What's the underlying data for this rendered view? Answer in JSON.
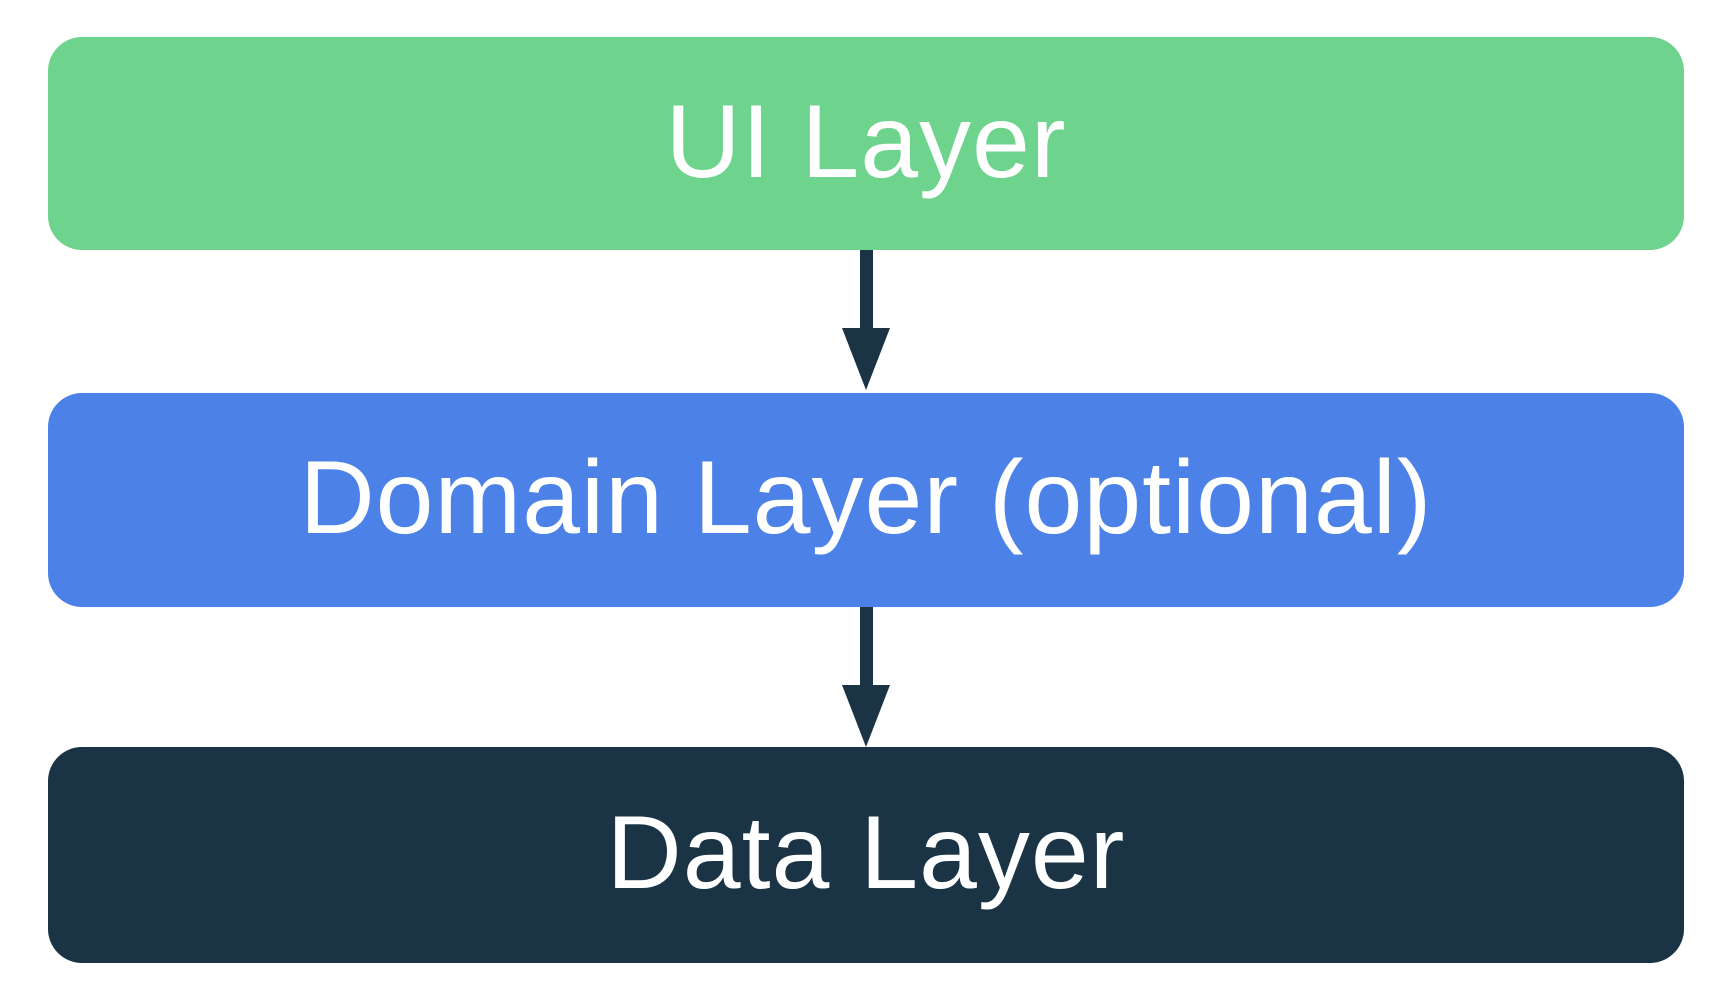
{
  "diagram": {
    "background_color": "#FFFFFF",
    "text_color": "#FFFFFF",
    "arrow_color": "#1A3345",
    "nodes": [
      {
        "id": "ui-layer",
        "label": "UI Layer",
        "color": "#6ED38D"
      },
      {
        "id": "domain-layer",
        "label": "Domain Layer (optional)",
        "color": "#4C81E8"
      },
      {
        "id": "data-layer",
        "label": "Data Layer",
        "color": "#1A3345"
      }
    ],
    "arrows": [
      {
        "from": "ui-layer",
        "to": "domain-layer",
        "direction": "down"
      },
      {
        "from": "domain-layer",
        "to": "data-layer",
        "direction": "down"
      }
    ]
  }
}
